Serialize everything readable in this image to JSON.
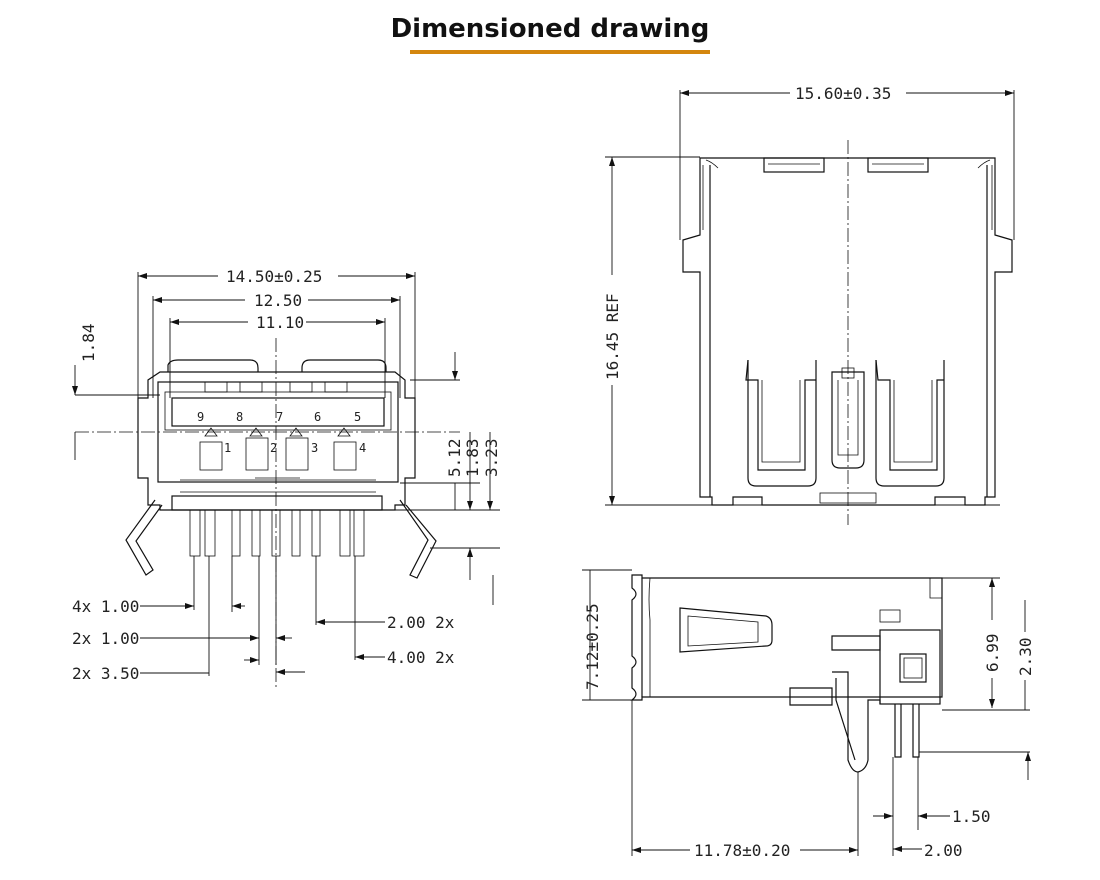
{
  "title": "Dimensioned drawing",
  "colors": {
    "accent": "#d4860e",
    "line": "#111111"
  },
  "front_view": {
    "overall_width": "14.50±0.25",
    "width_12_50": "12.50",
    "width_11_10": "11.10",
    "height_1_84": "1.84",
    "height_5_12": "5.12",
    "height_1_83": "1.83",
    "height_3_23": "3.23",
    "pins_top": [
      "9",
      "8",
      "7",
      "6",
      "5"
    ],
    "pins_bottom": [
      "1",
      "2",
      "3",
      "4"
    ],
    "label_4x_1_00": "4x 1.00",
    "label_2x_1_00": "2x 1.00",
    "label_2x_3_50": "2x 3.50",
    "label_2_00_2x": "2.00 2x",
    "label_4_00_2x": "4.00 2x"
  },
  "top_view": {
    "width": "15.60±0.35",
    "depth": "16.45 REF"
  },
  "side_view": {
    "height": "7.12±0.25",
    "h_6_99": "6.99",
    "h_2_30": "2.30",
    "length": "11.78±0.20",
    "w_1_50": "1.50",
    "w_2_00": "2.00"
  }
}
